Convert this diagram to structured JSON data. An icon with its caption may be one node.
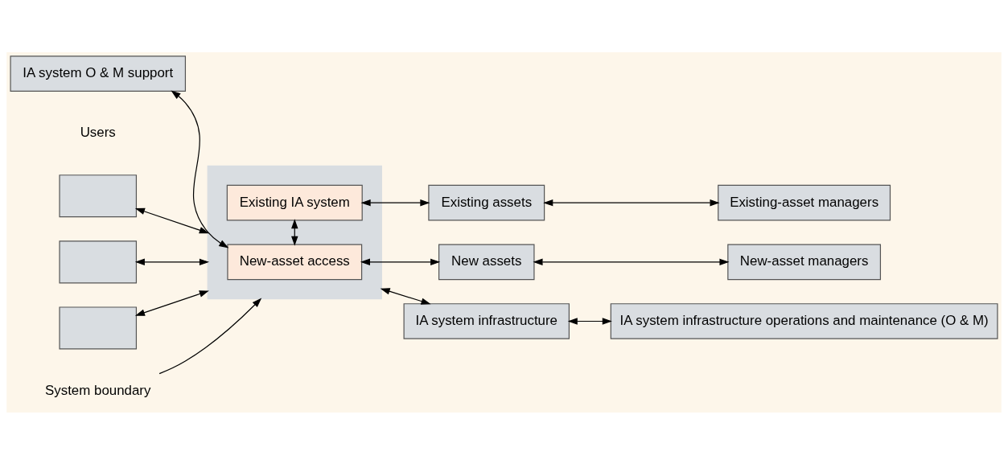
{
  "diagram": {
    "nodes": [
      {
        "text": [
          "IA system O & M support"
        ]
      },
      {
        "text": [],
        "shape": "box"
      },
      {
        "text": [
          "New-asset access"
        ],
        "in": 1
      },
      {
        "text": [
          "Existing IA system"
        ],
        "in": 1
      },
      {
        "text": [
          "New assets"
        ]
      },
      {
        "text": [
          "New-asset managers"
        ]
      },
      {
        "text": [
          "Existing assets"
        ]
      },
      {
        "text": [
          "Existing-asset managers"
        ]
      },
      {
        "text": [],
        "shape": "box"
      },
      {
        "text": [],
        "shape": "box"
      },
      {
        "text": [],
        "shape": "box"
      },
      {
        "text": [
          "IA system infrastructure"
        ]
      },
      {
        "text": [
          "IA system infrastructure operations and maintenance (O & M)"
        ]
      },
      {
        "text": [
          "System boundary"
        ]
      }
    ],
    "edges": [
      {
        "from": 0,
        "to": 2,
        "arrow": "both"
      },
      {
        "from": 2,
        "to": 3,
        "arrow": "both"
      },
      {
        "from": 2,
        "to": 4,
        "arrow": "both"
      },
      {
        "from": 4,
        "to": 5,
        "arrow": "both"
      },
      {
        "from": 3,
        "to": 6,
        "arrow": "both"
      },
      {
        "from": 6,
        "to": 7,
        "arrow": "both"
      },
      {
        "from": 8,
        "to": 1,
        "arrow": "both"
      },
      {
        "from": 9,
        "to": 1,
        "arrow": "both"
      },
      {
        "from": 10,
        "to": 1,
        "arrow": "both"
      },
      {
        "from": 1,
        "to": 11,
        "arrow": "both"
      },
      {
        "from": 11,
        "to": 12,
        "arrow": "both"
      },
      {
        "from": 13,
        "to": 1,
        "arrow": "to"
      }
    ],
    "labels": [
      "Users"
    ]
  }
}
